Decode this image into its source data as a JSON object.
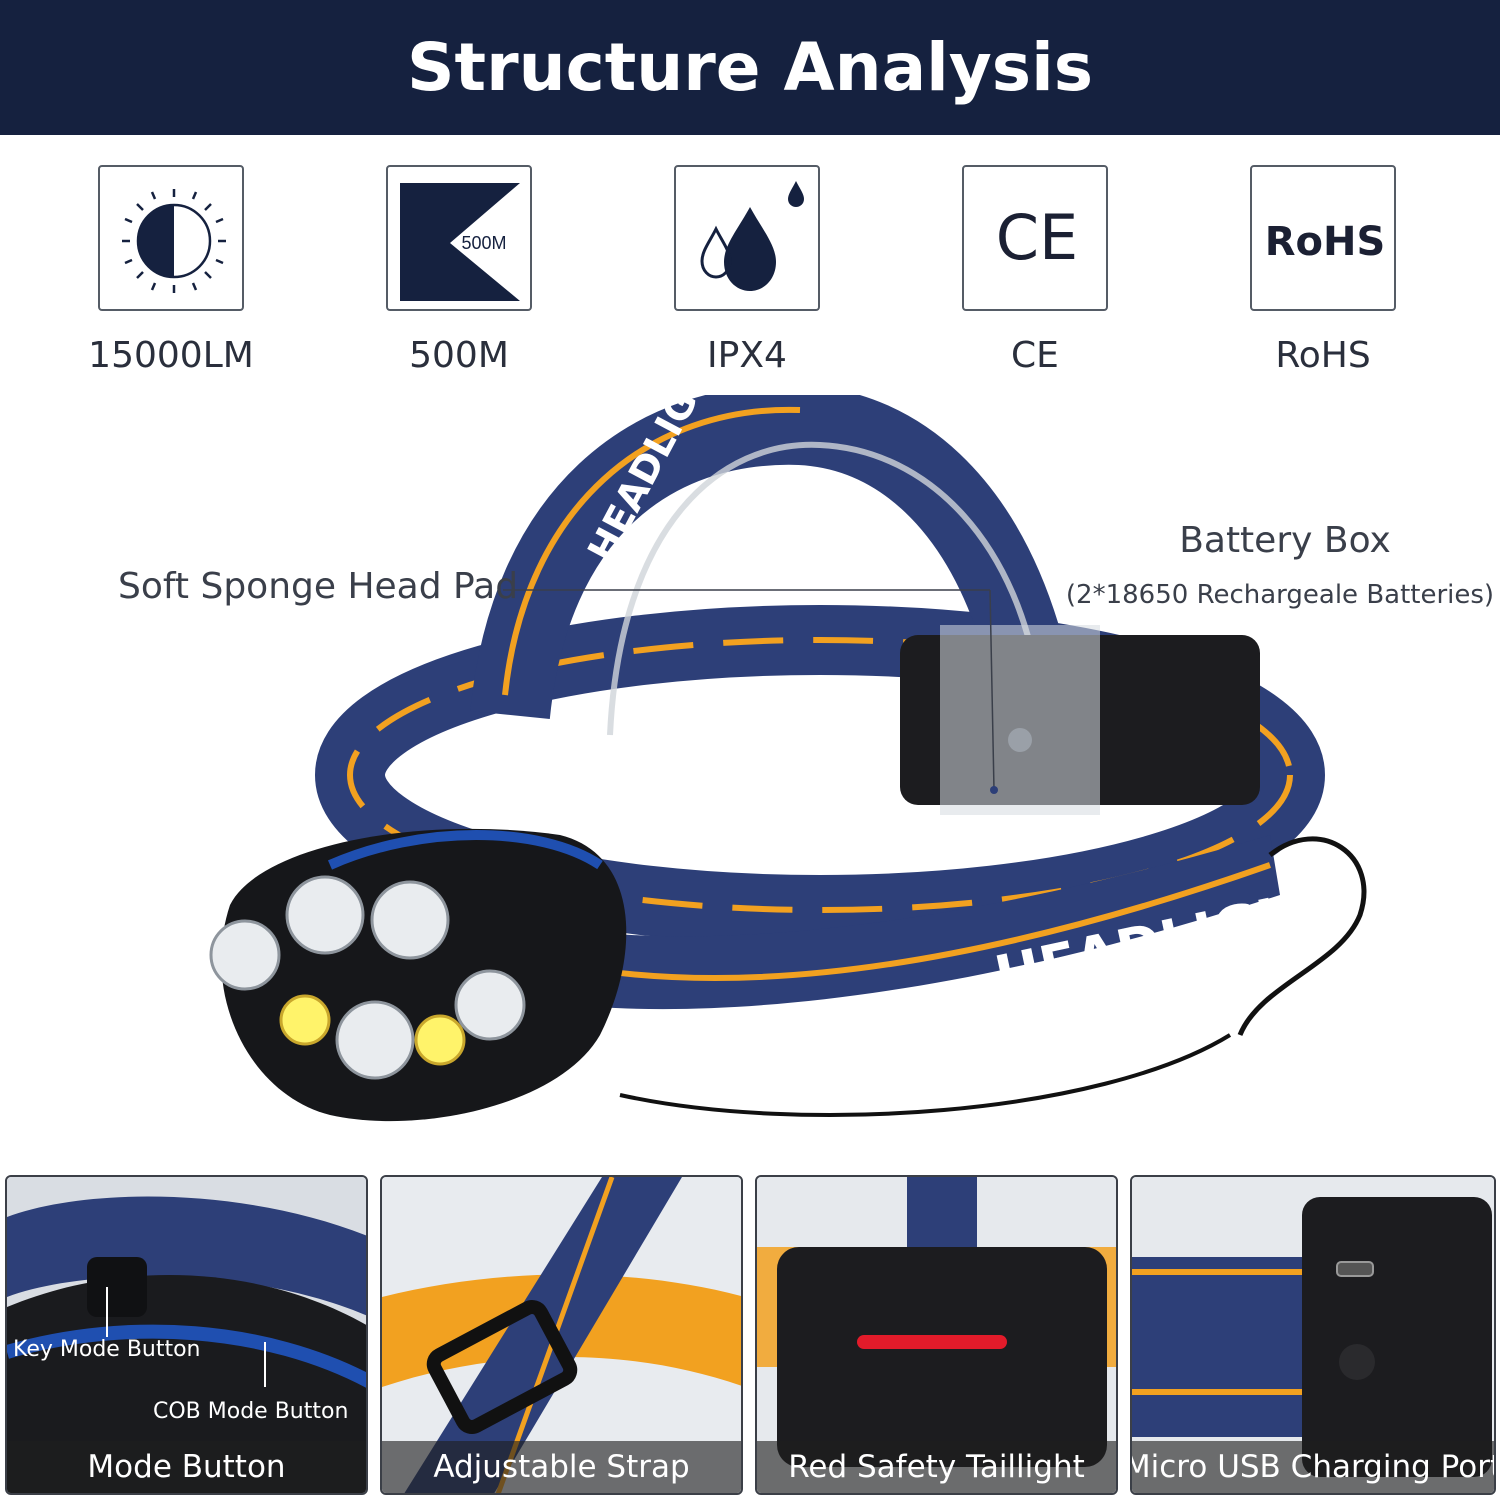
{
  "header": {
    "title": "Structure Analysis"
  },
  "features": [
    {
      "icon": "brightness-icon",
      "caption": "15000LM"
    },
    {
      "icon": "beam-distance-icon",
      "icon_text": "500M",
      "caption": "500M"
    },
    {
      "icon": "water-drops-icon",
      "caption": "IPX4"
    },
    {
      "icon": "ce-mark-icon",
      "icon_text": "CE",
      "caption": "CE"
    },
    {
      "icon": "rohs-mark-icon",
      "icon_text": "RoHS",
      "caption": "RoHS"
    }
  ],
  "product": {
    "callouts": {
      "head_pad": "Soft Sponge Head Pad",
      "battery_title": "Battery Box",
      "battery_sub": "(2*18650 Rechargeale Batteries)"
    },
    "strap_text": "HEADLIGHT"
  },
  "thumbnails": [
    {
      "caption": "Mode Button",
      "labels": [
        "Key Mode Button",
        "COB Mode Button"
      ]
    },
    {
      "caption": "Adjustable Strap"
    },
    {
      "caption": "Red Safety Taillight"
    },
    {
      "caption": "Micro USB Charging Port"
    }
  ],
  "colors": {
    "navy": "#15213f",
    "strap_blue": "#2d3f78",
    "strap_orange": "#f2a120",
    "light_yellow": "#fff36a"
  }
}
